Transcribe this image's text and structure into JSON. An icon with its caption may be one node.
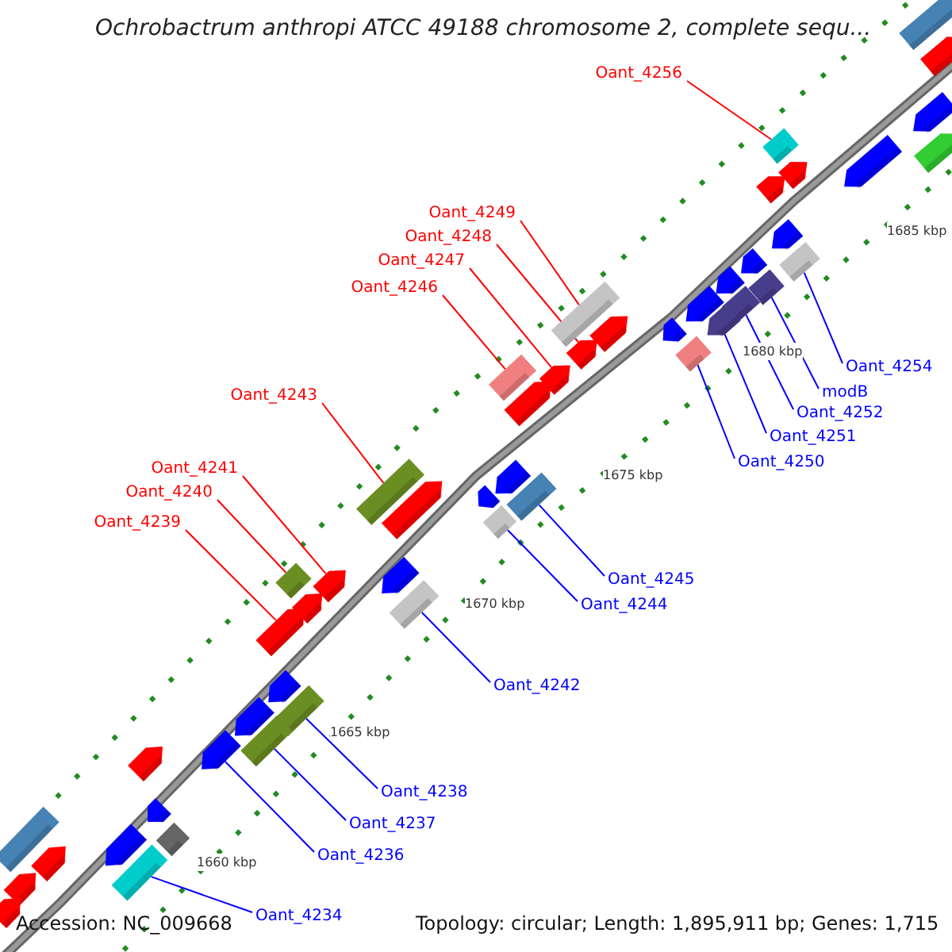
{
  "diagram": {
    "title": "Ochrobactrum anthropi ATCC 49188 chromosome 2, complete sequ...",
    "nodes": [
      {
        "text": [
          "Oant_4256"
        ]
      },
      {
        "text": [
          "Oant_4249"
        ]
      },
      {
        "text": [
          "Oant_4248"
        ]
      },
      {
        "text": [
          "Oant_4247"
        ]
      },
      {
        "text": [
          "Oant_4246"
        ]
      },
      {
        "text": [
          "Oant_4254"
        ]
      },
      {
        "text": [
          "modB"
        ]
      },
      {
        "text": [
          "Oant_4252"
        ]
      },
      {
        "text": [
          "Oant_4251"
        ]
      },
      {
        "text": [
          "Oant_4250"
        ]
      },
      {
        "text": [
          "Oant_4243"
        ]
      },
      {
        "text": [
          "Oant_4241"
        ]
      },
      {
        "text": [
          "Oant_4240"
        ]
      },
      {
        "text": [
          "Oant_4239"
        ]
      },
      {
        "text": [
          "Oant_4245"
        ]
      },
      {
        "text": [
          "Oant_4244"
        ]
      },
      {
        "text": [
          "Oant_4242"
        ]
      },
      {
        "text": [
          "Oant_4238"
        ]
      },
      {
        "text": [
          "Oant_4237"
        ]
      },
      {
        "text": [
          "Oant_4236"
        ]
      },
      {
        "text": [
          "Oant_4234"
        ]
      },
      {
        "text": [],
        "shape": "bar"
      },
      {
        "text": [],
        "shape": "bar"
      },
      {
        "text": [],
        "shape": "bar"
      },
      {
        "text": [],
        "shape": "bar"
      },
      {
        "text": [],
        "shape": "bar"
      },
      {
        "text": [],
        "shape": "bar"
      },
      {
        "text": [],
        "shape": "bar"
      },
      {
        "text": [],
        "shape": "bar"
      },
      {
        "text": [],
        "shape": "bar"
      },
      {
        "text": [],
        "shape": "bar"
      },
      {
        "text": [],
        "shape": "bar"
      },
      {
        "text": [],
        "shape": "bar"
      },
      {
        "text": [],
        "shape": "bar"
      },
      {
        "text": [],
        "shape": "bar"
      },
      {
        "text": [],
        "shape": "bar"
      },
      {
        "text": [],
        "shape": "bar"
      },
      {
        "text": [],
        "shape": "bar"
      },
      {
        "text": [],
        "shape": "bar"
      },
      {
        "text": [],
        "shape": "bar"
      },
      {
        "text": [],
        "shape": "bar"
      },
      {
        "text": [],
        "shape": "bar"
      },
      {
        "text": [],
        "shape": "bar"
      },
      {
        "text": [],
        "shape": "bar"
      },
      {
        "text": [],
        "shape": "bar"
      },
      {
        "text": [],
        "shape": "bar"
      },
      {
        "text": [],
        "shape": "bar"
      },
      {
        "text": [],
        "shape": "bar"
      },
      {
        "text": [],
        "shape": "bar"
      },
      {
        "text": [],
        "shape": "bar"
      },
      {
        "text": [],
        "shape": "bar"
      },
      {
        "text": [],
        "shape": "bar"
      },
      {
        "text": [],
        "shape": "bar"
      },
      {
        "text": [],
        "shape": "bar"
      },
      {
        "text": [],
        "shape": "bar"
      },
      {
        "text": [],
        "shape": "bar"
      },
      {
        "text": [],
        "shape": "bar"
      },
      {
        "text": [],
        "shape": "bar"
      },
      {
        "text": [],
        "shape": "bar"
      },
      {
        "text": [],
        "shape": "bar"
      },
      {
        "text": [],
        "shape": "bar"
      },
      {
        "text": [],
        "shape": "bar"
      },
      {
        "text": [],
        "shape": "bar"
      },
      {
        "text": [],
        "shape": "bar"
      },
      {
        "text": [],
        "shape": "bar"
      },
      {
        "text": [],
        "shape": "bar"
      },
      {
        "text": [],
        "shape": "bar"
      },
      {
        "text": [],
        "shape": "bar"
      },
      {
        "text": [],
        "shape": "bar"
      },
      {
        "text": [],
        "shape": "bar"
      },
      {
        "text": [],
        "shape": "bar"
      }
    ],
    "edges": [
      {
        "from": 0,
        "to": 21,
        "arrow": "none",
        "color": "#ff0000"
      },
      {
        "from": 1,
        "to": 22,
        "arrow": "none",
        "color": "#ff0000"
      },
      {
        "from": 2,
        "to": 23,
        "arrow": "none",
        "color": "#ff0000"
      },
      {
        "from": 3,
        "to": 24,
        "arrow": "none",
        "color": "#ff0000"
      },
      {
        "from": 4,
        "to": 25,
        "arrow": "none",
        "color": "#ff0000"
      },
      {
        "from": 5,
        "to": 26,
        "arrow": "none"
      },
      {
        "from": 6,
        "to": 27,
        "arrow": "none"
      },
      {
        "from": 7,
        "to": 28,
        "arrow": "none"
      },
      {
        "from": 8,
        "to": 29,
        "arrow": "none"
      },
      {
        "from": 9,
        "to": 30,
        "arrow": "none"
      },
      {
        "from": 10,
        "to": 31,
        "arrow": "none",
        "color": "#ff0000"
      },
      {
        "from": 11,
        "to": 32,
        "arrow": "none",
        "color": "#ff0000"
      },
      {
        "from": 12,
        "to": 33,
        "arrow": "none",
        "color": "#ff0000"
      },
      {
        "from": 13,
        "to": 34,
        "arrow": "none",
        "color": "#ff0000"
      },
      {
        "from": 14,
        "to": 35,
        "arrow": "none"
      },
      {
        "from": 15,
        "to": 36,
        "arrow": "none"
      },
      {
        "from": 16,
        "to": 37,
        "arrow": "none"
      },
      {
        "from": 17,
        "to": 38,
        "arrow": "none"
      },
      {
        "from": 18,
        "to": 39,
        "arrow": "none"
      },
      {
        "from": 19,
        "to": 40,
        "arrow": "none"
      },
      {
        "from": 20,
        "to": 41,
        "arrow": "none"
      }
    ],
    "labels": [
      "1685 kbp",
      "1680 kbp",
      "1675 kbp",
      "1670 kbp",
      "1665 kbp",
      "1660 kbp",
      "Accession: NC_009668",
      "Topology: circular; Length: 1,895,911 bp; Genes: 1,715"
    ]
  }
}
